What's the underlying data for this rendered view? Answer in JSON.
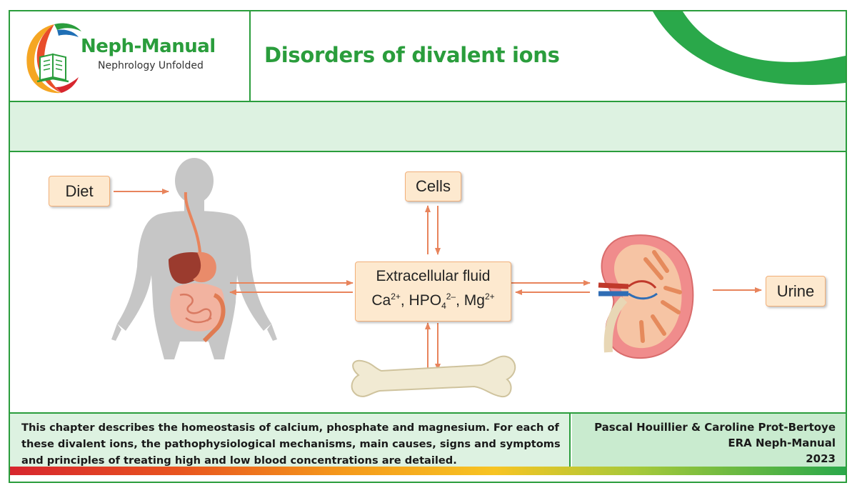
{
  "header": {
    "logo_title": "Neph-Manual",
    "logo_subtitle": "Nephrology Unfolded",
    "page_title": "Disorders of divalent ions"
  },
  "diagram": {
    "diet": "Diet",
    "cells": "Cells",
    "urine": "Urine",
    "ecf_line1": "Extracellular fluid",
    "ecf_ca": "Ca",
    "ecf_ca_sup": "2+",
    "ecf_sep1": ", ",
    "ecf_hpo": "HPO",
    "ecf_hpo_sub": "4",
    "ecf_hpo_sup": "2–",
    "ecf_sep2": ", ",
    "ecf_mg": "Mg",
    "ecf_mg_sup": "2+"
  },
  "footer": {
    "description": "This chapter describes the homeostasis of calcium, phosphate and magnesium. For each of these divalent ions, the pathophysiological mechanisms, main causes, signs and symptoms and principles of treating high and low blood concentrations are detailed.",
    "authors": "Pascal Houillier & Caroline Prot-Bertoye",
    "publisher": "ERA Neph-Manual",
    "year": "2023"
  },
  "colors": {
    "brand_green": "#2a9d3c",
    "band_green": "#ddf2e1",
    "box_fill": "#fde9cf",
    "arrow": "#e8845c"
  }
}
